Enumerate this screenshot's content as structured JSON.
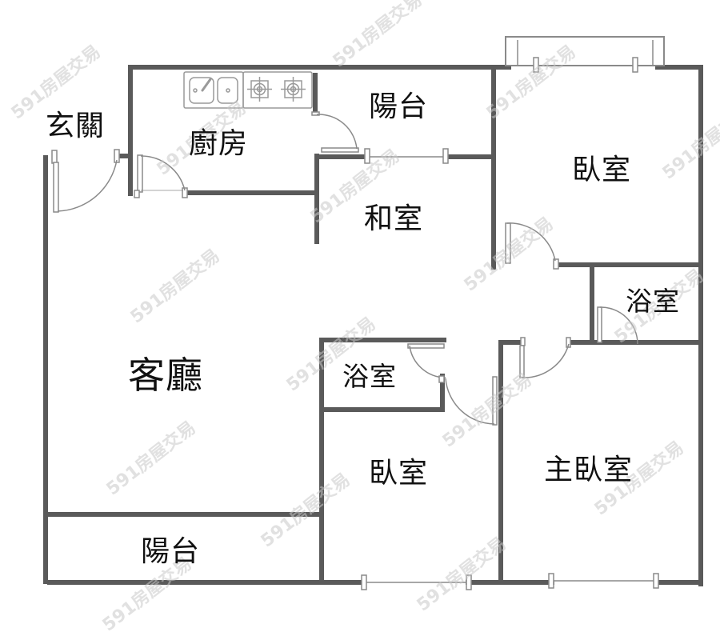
{
  "floorplan": {
    "colors": {
      "wall": "#5a5a5a",
      "door": "#8a8a8a",
      "fixture": "#9a9a9a",
      "text": "#111111",
      "watermark": "#d0d0d0"
    },
    "rooms": {
      "entrance": "玄關",
      "kitchen": "廚房",
      "balcony_top": "陽台",
      "japanese_room": "和室",
      "bedroom_top_right": "臥室",
      "bathroom_right": "浴室",
      "living_room": "客廳",
      "bathroom_center": "浴室",
      "bedroom_bottom": "臥室",
      "master_bedroom": "主臥室",
      "balcony_bottom": "陽台"
    },
    "fixtures": {
      "sink": "sink-icon",
      "stove": "gas-stove-icon"
    },
    "watermark": "591房屋交易"
  }
}
